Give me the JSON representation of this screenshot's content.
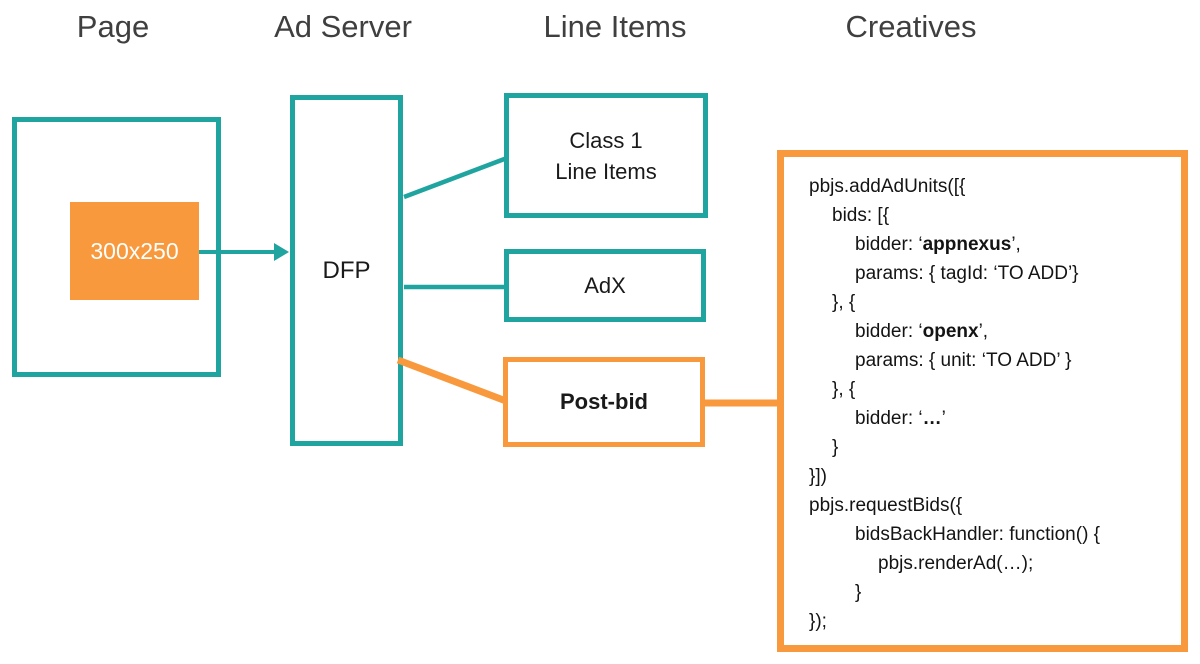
{
  "colors": {
    "teal": "#1FA4A0",
    "orange": "#F8993D",
    "header_text": "#3F3F3F",
    "code_text": "#141414"
  },
  "headers": [
    {
      "label": "Page"
    },
    {
      "label": "Ad Server"
    },
    {
      "label": "Line Items"
    },
    {
      "label": "Creatives"
    }
  ],
  "page": {
    "ad_slot_label": "300x250"
  },
  "ad_server": {
    "dfp_label": "DFP"
  },
  "line_items": {
    "class1_line1": "Class 1",
    "class1_line2": "Line Items",
    "adx_label": "AdX",
    "postbid_label": "Post-bid"
  },
  "creatives": {
    "code_lines": [
      {
        "indent": 0,
        "segments": [
          {
            "t": "pbjs.addAdUnits([{"
          }
        ]
      },
      {
        "indent": 1,
        "segments": [
          {
            "t": "bids: [{"
          }
        ]
      },
      {
        "indent": 2,
        "segments": [
          {
            "t": "bidder: ‘"
          },
          {
            "t": "appnexus",
            "b": true
          },
          {
            "t": "’,"
          }
        ]
      },
      {
        "indent": 2,
        "segments": [
          {
            "t": "params: { tagId: ‘TO ADD’}"
          }
        ]
      },
      {
        "indent": 1,
        "segments": [
          {
            "t": "}, {"
          }
        ]
      },
      {
        "indent": 2,
        "segments": [
          {
            "t": "bidder: ‘"
          },
          {
            "t": "openx",
            "b": true
          },
          {
            "t": "’,"
          }
        ]
      },
      {
        "indent": 2,
        "segments": [
          {
            "t": "params: { unit: ‘TO ADD’ }"
          }
        ]
      },
      {
        "indent": 1,
        "segments": [
          {
            "t": "}, {"
          }
        ]
      },
      {
        "indent": 2,
        "segments": [
          {
            "t": "bidder: ‘"
          },
          {
            "t": "…",
            "b": true
          },
          {
            "t": "’"
          }
        ]
      },
      {
        "indent": 1,
        "segments": [
          {
            "t": "}"
          }
        ]
      },
      {
        "indent": 0,
        "segments": [
          {
            "t": "}])"
          }
        ]
      },
      {
        "indent": 0,
        "segments": [
          {
            "t": "pbjs.requestBids({"
          }
        ]
      },
      {
        "indent": 2,
        "segments": [
          {
            "t": "bidsBackHandler: function() {"
          }
        ]
      },
      {
        "indent": 3,
        "segments": [
          {
            "t": "pbjs.renderAd(…);"
          }
        ]
      },
      {
        "indent": 2,
        "segments": [
          {
            "t": "}"
          }
        ]
      },
      {
        "indent": 0,
        "segments": [
          {
            "t": "});"
          }
        ]
      }
    ]
  }
}
